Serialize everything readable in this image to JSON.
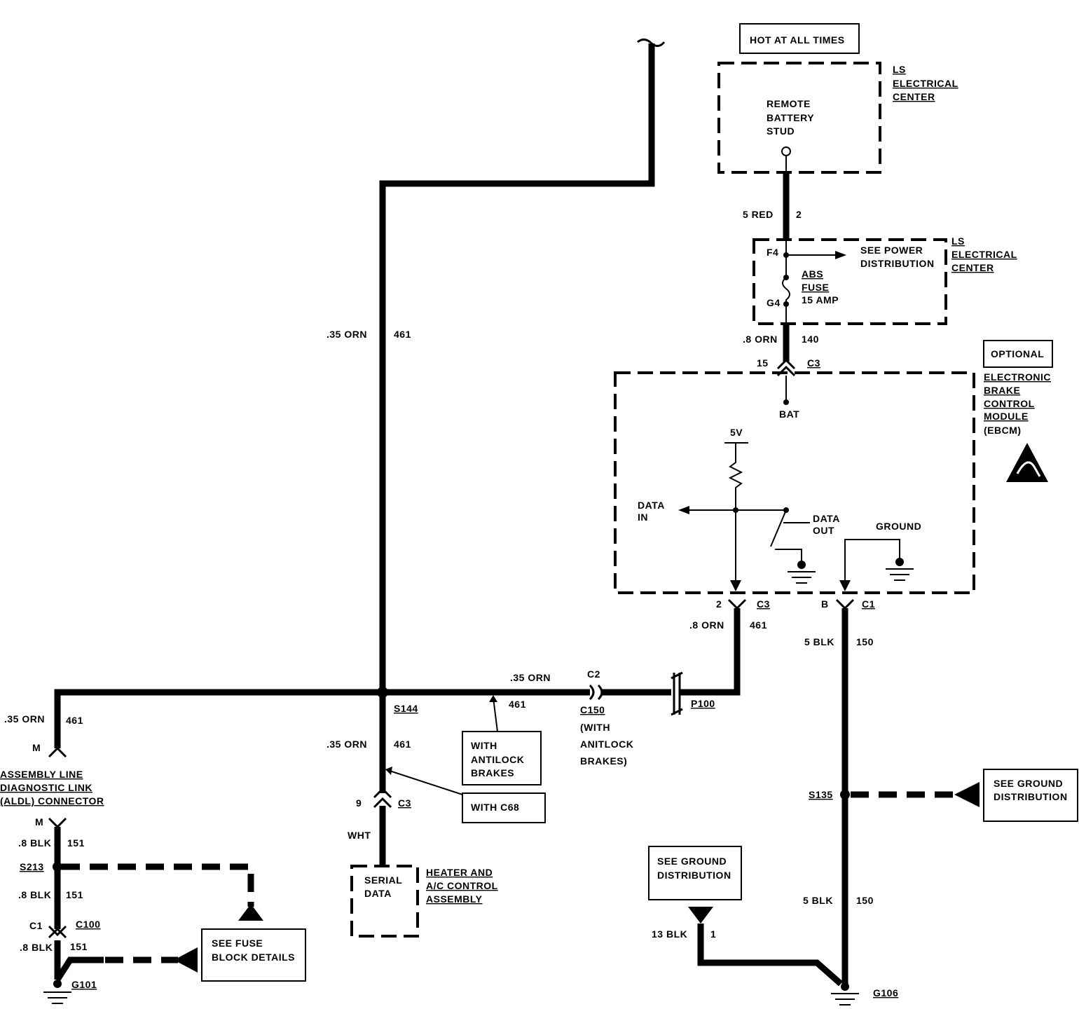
{
  "labels": {
    "hot_at_all_times": "HOT AT ALL TIMES",
    "ls_electrical_center_top": [
      "LS",
      "ELECTRICAL",
      "CENTER"
    ],
    "remote_battery_stud": [
      "REMOTE",
      "BATTERY",
      "STUD"
    ],
    "wire_5red": "5 RED",
    "wire_5red_num": "2",
    "fuse_block": {
      "f4": "F4",
      "g4": "G4",
      "see_power": [
        "SEE POWER",
        "DISTRIBUTION"
      ],
      "fuse_name": [
        "ABS",
        "FUSE"
      ],
      "fuse_rating": "15 AMP",
      "ls_electrical_center": [
        "LS",
        "ELECTRICAL",
        "CENTER"
      ]
    },
    "wire_8orn_140": ".8 ORN",
    "wire_140_num": "140",
    "conn_15": "15",
    "conn_c3_top": "C3",
    "optional": "OPTIONAL",
    "ebcm": [
      "ELECTRONIC",
      "BRAKE",
      "CONTROL",
      "MODULE",
      "(EBCM)"
    ],
    "bat": "BAT",
    "v5": "5V",
    "data_in": [
      "DATA",
      "IN"
    ],
    "data_out": [
      "DATA",
      "OUT"
    ],
    "ground": "GROUND",
    "pin_2": "2",
    "conn_c3_bottom": "C3",
    "pin_b": "B",
    "conn_c1": "C1",
    "wire_8orn_461": ".8 ORN",
    "wire_461_num": "461",
    "wire_5blk_top": "5 BLK",
    "wire_150_top": "150",
    "wire_35orn_top": ".35 ORN",
    "wire_461_top": "461",
    "wire_35orn_h": ".35 ORN",
    "wire_461_h": "461",
    "c2": "C2",
    "c150": "C150",
    "with_antilock_c150": [
      "(WITH",
      "ANITLOCK",
      "BRAKES)"
    ],
    "p100": "P100",
    "s144": "S144",
    "with_antilock": [
      "WITH",
      "ANTILOCK",
      "BRAKES"
    ],
    "wire_35orn_left": ".35 ORN",
    "wire_461_left": "461",
    "conn_m_top": "M",
    "aldl": [
      "ASSEMBLY LINE",
      "DIAGNOSTIC LINK",
      "(ALDL) CONNECTOR"
    ],
    "conn_m_bottom": "M",
    "wire_8blk_a": ".8 BLK",
    "wire_151_a": "151",
    "s213": "S213",
    "wire_8blk_b": ".8 BLK",
    "wire_151_b": "151",
    "conn_c1_left": "C1",
    "c100": "C100",
    "wire_8blk_c": ".8 BLK",
    "wire_151_c": "151",
    "g101": "G101",
    "see_fuse_block": [
      "SEE FUSE",
      "BLOCK DETAILS"
    ],
    "wire_35orn_s": ".35 ORN",
    "wire_461_s": "461",
    "with_c68": "WITH C68",
    "pin_9": "9",
    "conn_c3_left": "C3",
    "wht": "WHT",
    "serial_data": [
      "SERIAL",
      "DATA"
    ],
    "heater": [
      "HEATER AND",
      "A/C CONTROL",
      "ASSEMBLY"
    ],
    "s135": "S135",
    "see_ground_right": [
      "SEE GROUND",
      "DISTRIBUTION"
    ],
    "wire_5blk_bottom": "5 BLK",
    "wire_150_bottom": "150",
    "see_ground_left": [
      "SEE GROUND",
      "DISTRIBUTION"
    ],
    "wire_13blk": "13 BLK",
    "wire_1": "1",
    "g106": "G106"
  }
}
